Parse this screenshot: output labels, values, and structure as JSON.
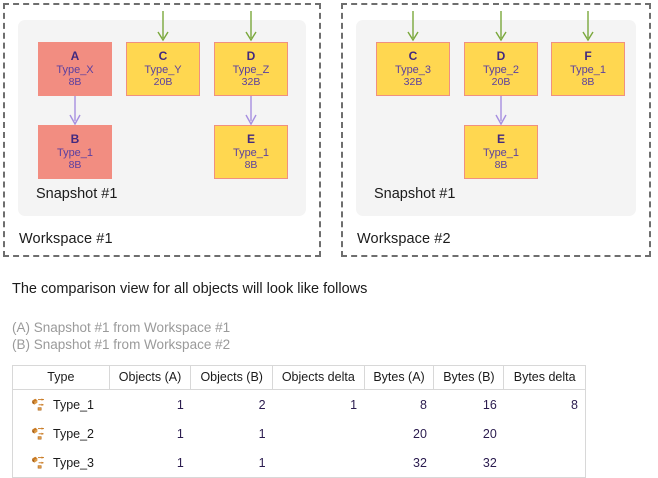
{
  "workspaces": [
    {
      "label": "Workspace #1",
      "snapshot_label": "Snapshot #1",
      "objects": [
        {
          "name": "A",
          "type": "Type_X",
          "size": "8B",
          "color": "red"
        },
        {
          "name": "C",
          "type": "Type_Y",
          "size": "20B",
          "color": "yellow"
        },
        {
          "name": "D",
          "type": "Type_Z",
          "size": "32B",
          "color": "yellow"
        },
        {
          "name": "B",
          "type": "Type_1",
          "size": "8B",
          "color": "red"
        },
        {
          "name": "E",
          "type": "Type_1",
          "size": "8B",
          "color": "yellow"
        }
      ]
    },
    {
      "label": "Workspace #2",
      "snapshot_label": "Snapshot #1",
      "objects": [
        {
          "name": "C",
          "type": "Type_3",
          "size": "32B",
          "color": "yellow"
        },
        {
          "name": "D",
          "type": "Type_2",
          "size": "20B",
          "color": "yellow"
        },
        {
          "name": "F",
          "type": "Type_1",
          "size": "8B",
          "color": "yellow"
        },
        {
          "name": "E",
          "type": "Type_1",
          "size": "8B",
          "color": "yellow"
        }
      ]
    }
  ],
  "explanation": {
    "heading": "The comparison view for all objects will look like follows",
    "legend_a": "(A) Snapshot #1 from Workspace #1",
    "legend_b": "(B) Snapshot #1 from Workspace #2"
  },
  "table": {
    "headers": [
      "Type",
      "Objects (A)",
      "Objects (B)",
      "Objects delta",
      "Bytes (A)",
      "Bytes (B)",
      "Bytes delta"
    ],
    "rows": [
      {
        "icon": "type-class-icon",
        "type": "Type_1",
        "objects_a": "1",
        "objects_b": "2",
        "objects_delta": "1",
        "bytes_a": "8",
        "bytes_b": "16",
        "bytes_delta": "8"
      },
      {
        "icon": "type-class-icon",
        "type": "Type_2",
        "objects_a": "1",
        "objects_b": "1",
        "objects_delta": "",
        "bytes_a": "20",
        "bytes_b": "20",
        "bytes_delta": ""
      },
      {
        "icon": "type-class-icon",
        "type": "Type_3",
        "objects_a": "1",
        "objects_b": "1",
        "objects_delta": "",
        "bytes_a": "32",
        "bytes_b": "32",
        "bytes_delta": ""
      }
    ]
  },
  "colors": {
    "box_red": "#f28d81",
    "box_yellow": "#ffd750",
    "box_border_yellow": "#f09080",
    "text_purple": "#42297f",
    "arrow_green": "#7aa83c",
    "arrow_purple": "#a68fe0",
    "panel_gray": "#f4f4f4",
    "dashed_border": "#6e6e6e",
    "table_border": "#d8d8d8",
    "legend_gray": "#9a9a9a",
    "icon_orange": "#c87820"
  }
}
